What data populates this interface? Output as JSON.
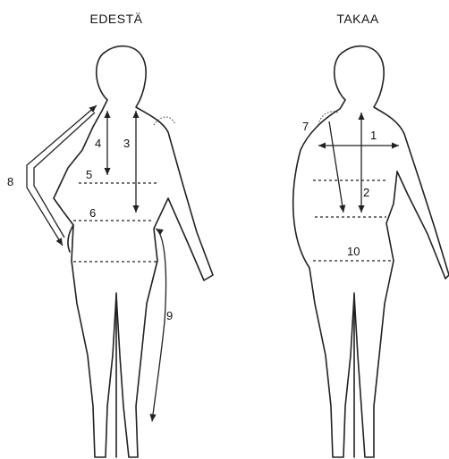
{
  "titles": {
    "front": "EDESTÄ",
    "back": "TAKAA"
  },
  "labels": {
    "m1": "1",
    "m2": "2",
    "m3": "3",
    "m4": "4",
    "m5": "5",
    "m6": "6",
    "m7": "7",
    "m8": "8",
    "m9": "9",
    "m10": "10"
  },
  "colors": {
    "line": "#222222",
    "background": "#ffffff"
  }
}
